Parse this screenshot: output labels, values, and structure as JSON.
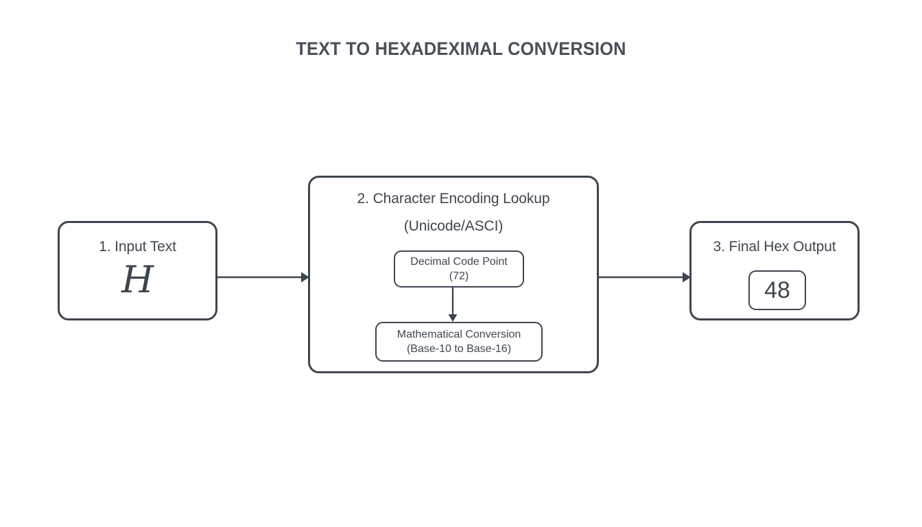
{
  "title": "TEXT TO HEXADEXIMAL CONVERSION",
  "accent_color": "#3f454f",
  "background_color": "#ffffff",
  "steps": [
    {
      "id": "input-text",
      "title": "1. Input Text",
      "character": "H"
    },
    {
      "id": "character-encoding-lookup",
      "title": "2. Character Encoding Lookup",
      "subtitle": "(Unicode/ASCI)",
      "subnodes": [
        {
          "id": "decimal-code-point",
          "line1": "Decimal Code Point",
          "line2": "(72)"
        },
        {
          "id": "mathematical-conversion",
          "line1": "Mathematical Conversion",
          "line2": "(Base-10 to Base-16)"
        }
      ]
    },
    {
      "id": "final-hex-output",
      "title": "3. Final Hex Output",
      "value": "48"
    }
  ],
  "connectors": [
    {
      "id": "input-to-lookup",
      "name": "arrow-right"
    },
    {
      "id": "codepoint-to-conversion",
      "name": "arrow-down"
    },
    {
      "id": "lookup-to-output",
      "name": "arrow-right"
    }
  ]
}
